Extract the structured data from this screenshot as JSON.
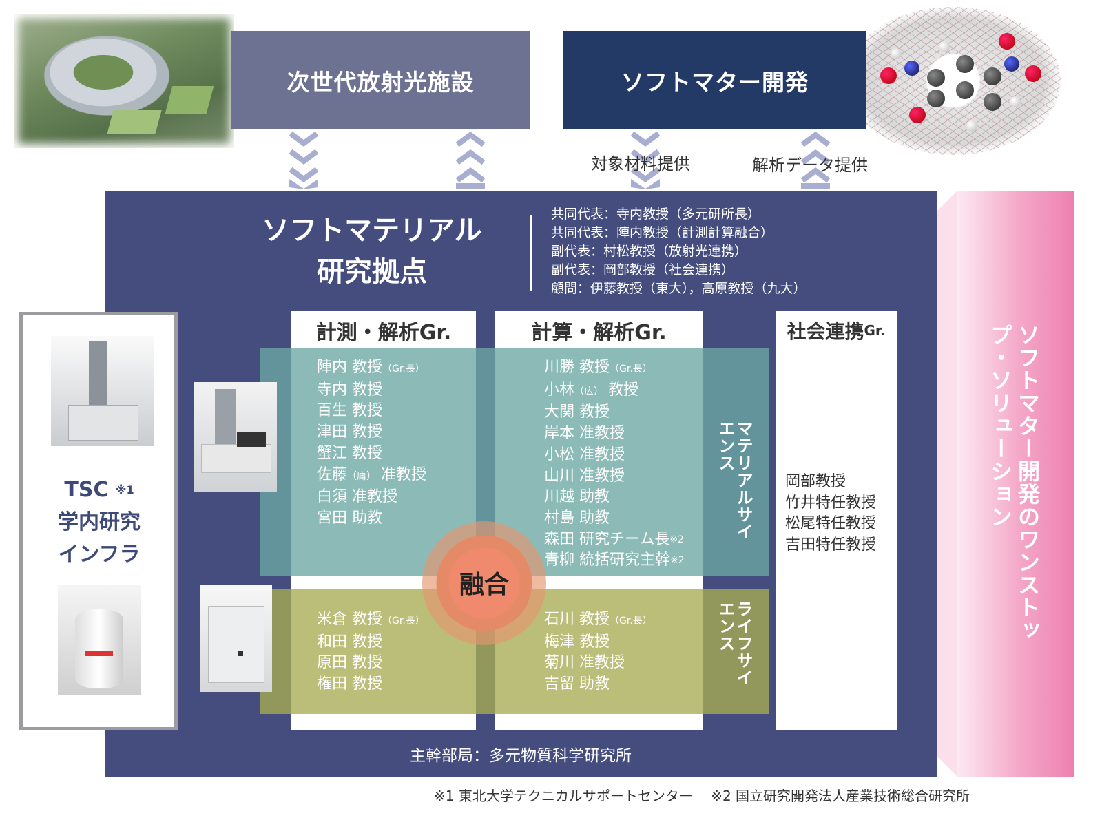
{
  "banners": {
    "left": "次世代放射光施設",
    "right": "ソフトマター開発"
  },
  "flows": {
    "material": "対象材料提供",
    "data": "解析データ提供"
  },
  "hub": {
    "title_line1": "ソフトマテリアル",
    "title_line2": "研究拠点",
    "leaders": [
      "共同代表：寺内教授（多元研所長）",
      "共同代表：陣内教授（計測計算融合）",
      "副代表：村松教授（放射光連携）",
      "副代表：岡部教授（社会連携）",
      "顧問：伊藤教授（東大），高原教授（九大）"
    ],
    "headquarters": "主幹部局：多元物質科学研究所"
  },
  "groups": {
    "measurement": {
      "title": "計測・解析Gr.",
      "material_members": [
        {
          "name": "陣内 教授",
          "note": "（Gr.長）"
        },
        {
          "name": "寺内 教授",
          "note": ""
        },
        {
          "name": "百生 教授",
          "note": ""
        },
        {
          "name": "津田 教授",
          "note": ""
        },
        {
          "name": "蟹江 教授",
          "note": ""
        },
        {
          "name": "佐藤",
          "note": "（庸）",
          "suffix": " 准教授"
        },
        {
          "name": "白須 准教授",
          "note": ""
        },
        {
          "name": "宮田 助教",
          "note": ""
        }
      ],
      "life_members": [
        {
          "name": "米倉 教授",
          "note": "（Gr.長）"
        },
        {
          "name": "和田 教授",
          "note": ""
        },
        {
          "name": "原田 教授",
          "note": ""
        },
        {
          "name": "権田 教授",
          "note": ""
        }
      ]
    },
    "computation": {
      "title": "計算・解析Gr.",
      "material_members": [
        {
          "name": "川勝 教授",
          "note": "（Gr.長）"
        },
        {
          "name": "小林",
          "note": "（広）",
          "suffix": " 教授"
        },
        {
          "name": "大関 教授",
          "note": ""
        },
        {
          "name": "岸本 准教授",
          "note": ""
        },
        {
          "name": "小松 准教授",
          "note": ""
        },
        {
          "name": "山川 准教授",
          "note": ""
        },
        {
          "name": "川越 助教",
          "note": ""
        },
        {
          "name": "村島 助教",
          "note": ""
        },
        {
          "name": "森田 研究チーム長",
          "note": "※2"
        },
        {
          "name": "青柳 統括研究主幹",
          "note": "※2"
        }
      ],
      "life_members": [
        {
          "name": "石川 教授",
          "note": "（Gr.長）"
        },
        {
          "name": "梅津 教授",
          "note": ""
        },
        {
          "name": "菊川 准教授",
          "note": ""
        },
        {
          "name": "吉留 助教",
          "note": ""
        }
      ]
    },
    "social": {
      "title_main": "社会連携",
      "title_suffix": "Gr.",
      "members": [
        "岡部教授",
        "竹井特任教授",
        "松尾特任教授",
        "吉田特任教授"
      ]
    }
  },
  "bands": {
    "material_science": "マテリアルサイエンス",
    "life_science": "ライフサイエンス",
    "fusion": "融合"
  },
  "tsc": {
    "label": "TSC",
    "mark": "※1",
    "line2": "学内研究",
    "line3": "インフラ"
  },
  "solution": "ソフトマター開発のワンストップ・ソリューション",
  "footnotes": "※1  東北大学テクニカルサポートセンター　 ※2  国立研究開発法人産業技術総合研究所",
  "colors": {
    "panel": "#444d7e",
    "banner_left": "#6d7192",
    "banner_right": "#233a66",
    "teal_band": "#6ba8a3",
    "olive_band": "#a8ac52",
    "pink": "#ee7fb0",
    "fusion": "#ef8a6c"
  }
}
